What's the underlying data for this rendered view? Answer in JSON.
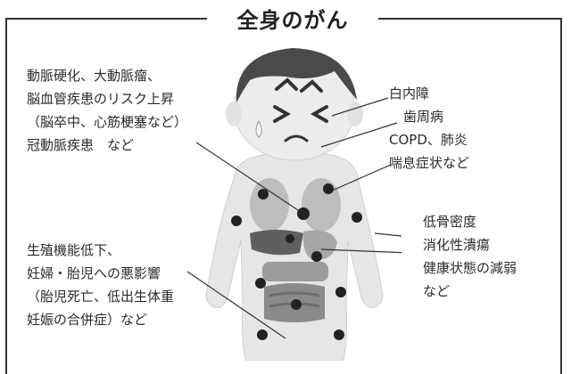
{
  "title": "全身のがん",
  "left_top": [
    "動脈硬化、大動脈瘤、",
    "脳血管疾患のリスク上昇",
    "（脳卒中、心筋梗塞など）",
    "冠動脈疾患　など"
  ],
  "right_top": [
    "白内障",
    "歯周病",
    "COPD、肺炎",
    "喘息症状など"
  ],
  "right_bottom": [
    "低骨密度",
    "消化性潰瘍",
    "健康状態の減弱",
    "など"
  ],
  "left_bottom": [
    "生殖機能低下、",
    "妊婦・胎児への悪影響",
    "（胎児死亡、低出生体重",
    "妊娠の合併症）など"
  ]
}
